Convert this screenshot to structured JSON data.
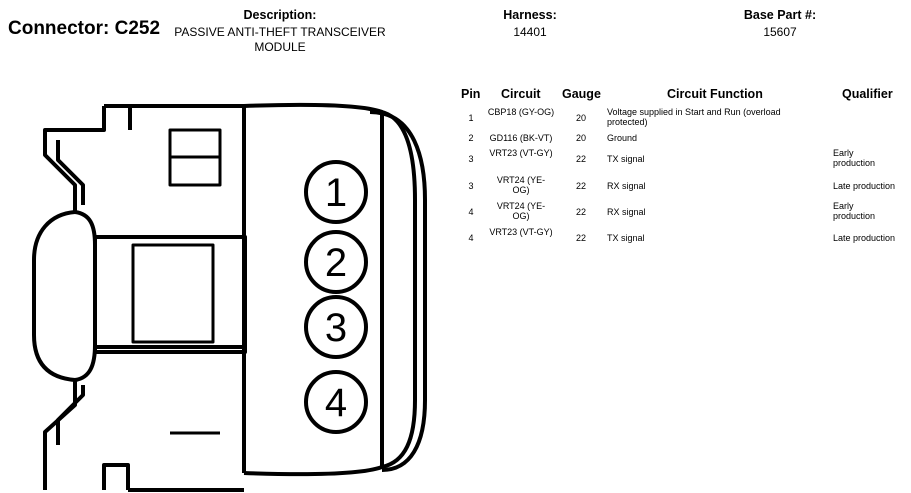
{
  "connector": {
    "label": "Connector: C252"
  },
  "description": {
    "title": "Description:",
    "value": "PASSIVE ANTI-THEFT TRANSCEIVER MODULE"
  },
  "harness": {
    "title": "Harness:",
    "value": "14401"
  },
  "base_part": {
    "title": "Base Part #:",
    "value": "15607"
  },
  "table": {
    "headers": {
      "pin": "Pin",
      "circuit": "Circuit",
      "gauge": "Gauge",
      "function": "Circuit Function",
      "qualifier": "Qualifier"
    },
    "rows": [
      {
        "pin": "1",
        "circuit": "CBP18 (GY-OG)",
        "gauge": "20",
        "function": "Voltage supplied in Start and Run (overload protected)",
        "qualifier": ""
      },
      {
        "pin": "2",
        "circuit": "GD116 (BK-VT)",
        "gauge": "20",
        "function": "Ground",
        "qualifier": ""
      },
      {
        "pin": "3",
        "circuit": "VRT23 (VT-GY)",
        "gauge": "22",
        "function": "TX signal",
        "qualifier": "Early production"
      },
      {
        "pin": "3",
        "circuit": "VRT24 (YE-OG)",
        "gauge": "22",
        "function": "RX signal",
        "qualifier": "Late production"
      },
      {
        "pin": "4",
        "circuit": "VRT24 (YE-OG)",
        "gauge": "22",
        "function": "RX signal",
        "qualifier": "Early production"
      },
      {
        "pin": "4",
        "circuit": "VRT23 (VT-GY)",
        "gauge": "22",
        "function": "TX signal",
        "qualifier": "Late production"
      }
    ]
  },
  "diagram": {
    "pin_labels": [
      "1",
      "2",
      "3",
      "4"
    ]
  }
}
